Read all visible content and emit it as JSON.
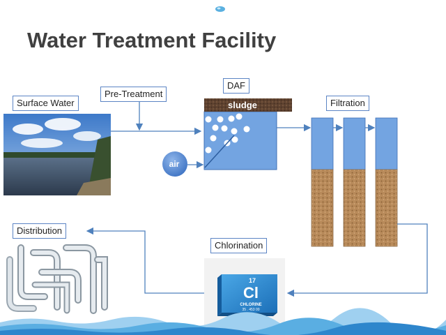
{
  "slide": {
    "title": "Water Treatment Facility"
  },
  "labels": {
    "surface_water": "Surface Water",
    "pre_treatment": "Pre-Treatment",
    "daf": "DAF",
    "filtration": "Filtration",
    "distribution": "Distribution",
    "chlorination": "Chlorination"
  },
  "daf_unit": {
    "sludge": "sludge",
    "air": "air"
  },
  "chlorine_cube": {
    "number": "17",
    "symbol": "Cl",
    "name": "CHLORINE",
    "mass": "35 . 453 00"
  },
  "colors": {
    "title": "#404040",
    "label_border": "#5b84c4",
    "tank_blue": "#6fa0dc",
    "arrow": "#4f81bd",
    "sand": "#b8895a"
  }
}
